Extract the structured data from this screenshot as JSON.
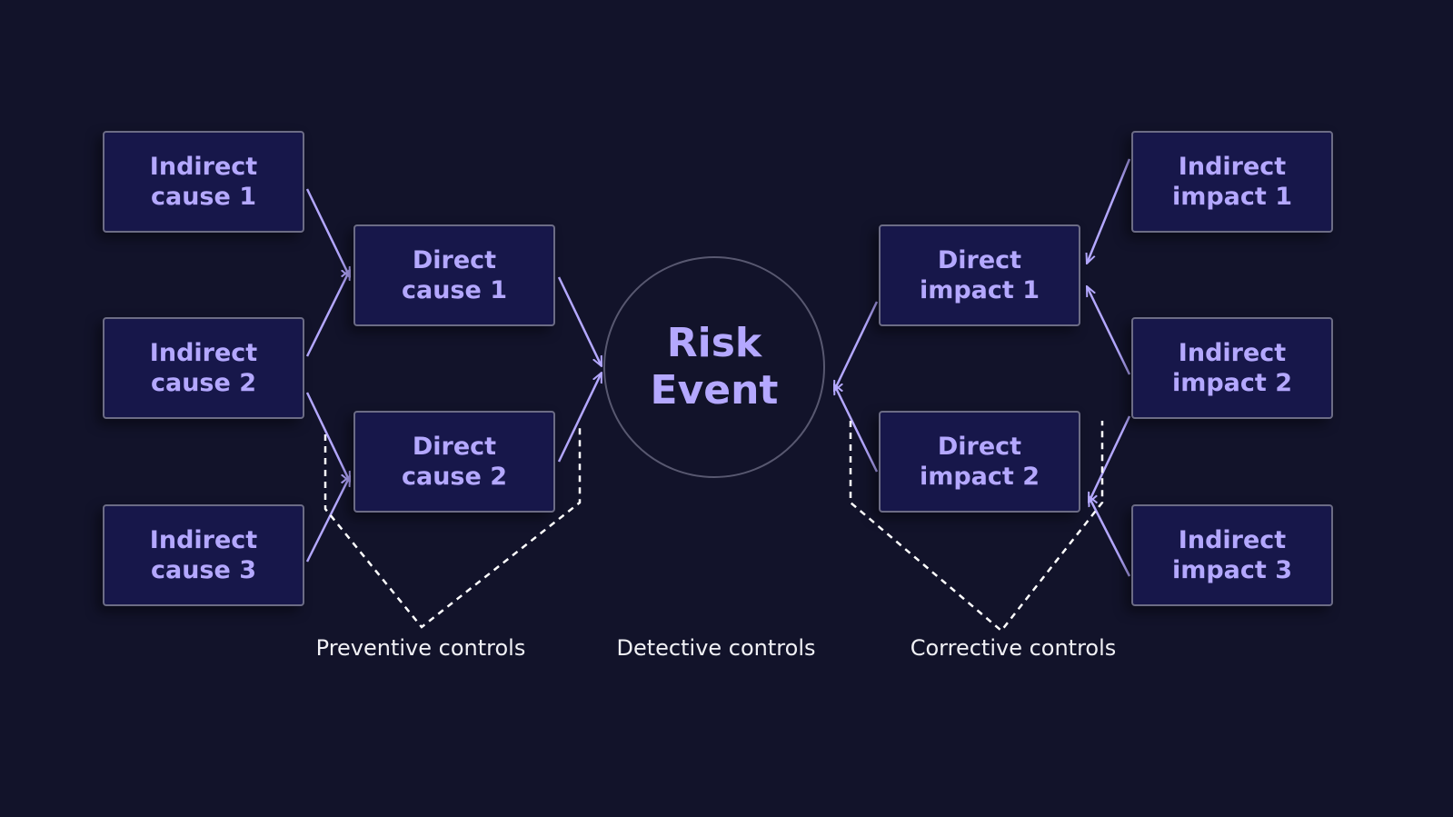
{
  "diagram": {
    "risk_event": "Risk\nEvent",
    "indirect_causes": [
      "Indirect\ncause 1",
      "Indirect\ncause 2",
      "Indirect\ncause 3"
    ],
    "direct_causes": [
      "Direct\ncause 1",
      "Direct\ncause 2"
    ],
    "direct_impacts": [
      "Direct\nimpact 1",
      "Direct\nimpact 2"
    ],
    "indirect_impacts": [
      "Indirect\nimpact 1",
      "Indirect\nimpact 2",
      "Indirect\nimpact 3"
    ],
    "controls": {
      "preventive": "Preventive controls",
      "detective": "Detective controls",
      "corrective": "Corrective controls"
    }
  },
  "colors": {
    "background": "#12132a",
    "box_fill": "#17174a",
    "box_border": "#6c6c85",
    "text_accent": "#b4a8ff",
    "arrow": "#b4a8ff",
    "control_bracket": "#ffffff",
    "label_text": "#f0f0f5"
  }
}
